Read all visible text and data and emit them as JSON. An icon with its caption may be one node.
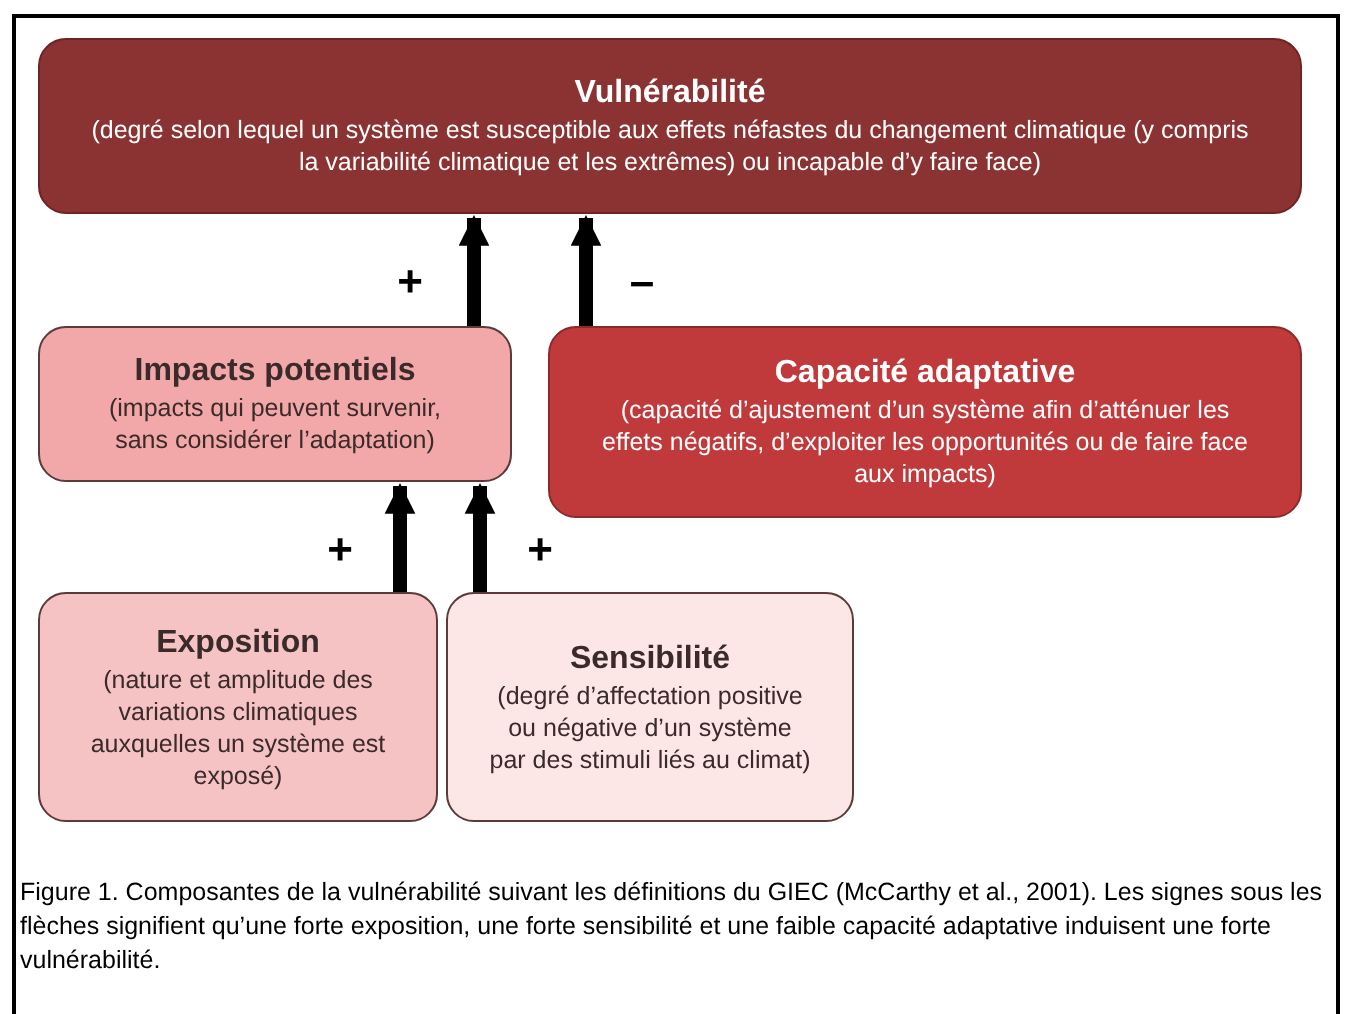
{
  "diagram": {
    "nodes": [
      {
        "text": [
          "Vulnérabilité",
          "(degré selon lequel un système est susceptible aux effets néfastes du changement climatique (y compris la variabilité climatique et les extrêmes) ou incapable d’y faire face)"
        ]
      },
      {
        "text": [
          "Impacts potentiels",
          "(impacts qui peuvent survenir, sans considérer l’adaptation)"
        ]
      },
      {
        "text": [
          "Capacité adaptative",
          "(capacité d’ajustement d’un système afin d’atténuer les effets négatifs, d’exploiter les opportunités ou de faire face aux impacts)"
        ]
      },
      {
        "text": [
          "Exposition",
          "(nature et amplitude des variations climatiques auxquelles un système est exposé)"
        ]
      },
      {
        "text": [
          "Sensibilité",
          "(degré d’affectation positive ou négative d’un système par des stimuli liés au climat)"
        ]
      }
    ],
    "edges": [
      {
        "from": 1,
        "to": 0,
        "arrow": "to",
        "label": "+"
      },
      {
        "from": 2,
        "to": 0,
        "arrow": "to",
        "label": "–"
      },
      {
        "from": 3,
        "to": 1,
        "arrow": "to",
        "label": "+"
      },
      {
        "from": 4,
        "to": 1,
        "arrow": "to",
        "label": "+"
      }
    ],
    "caption": "Figure 1.  Composantes de la vulnérabilité suivant les définitions du GIEC (McCarthy et al., 2001). Les signes sous les flèches signifient qu’une forte exposition, une forte sensibilité et une faible capacité adaptative induisent une forte vulnérabilité."
  }
}
